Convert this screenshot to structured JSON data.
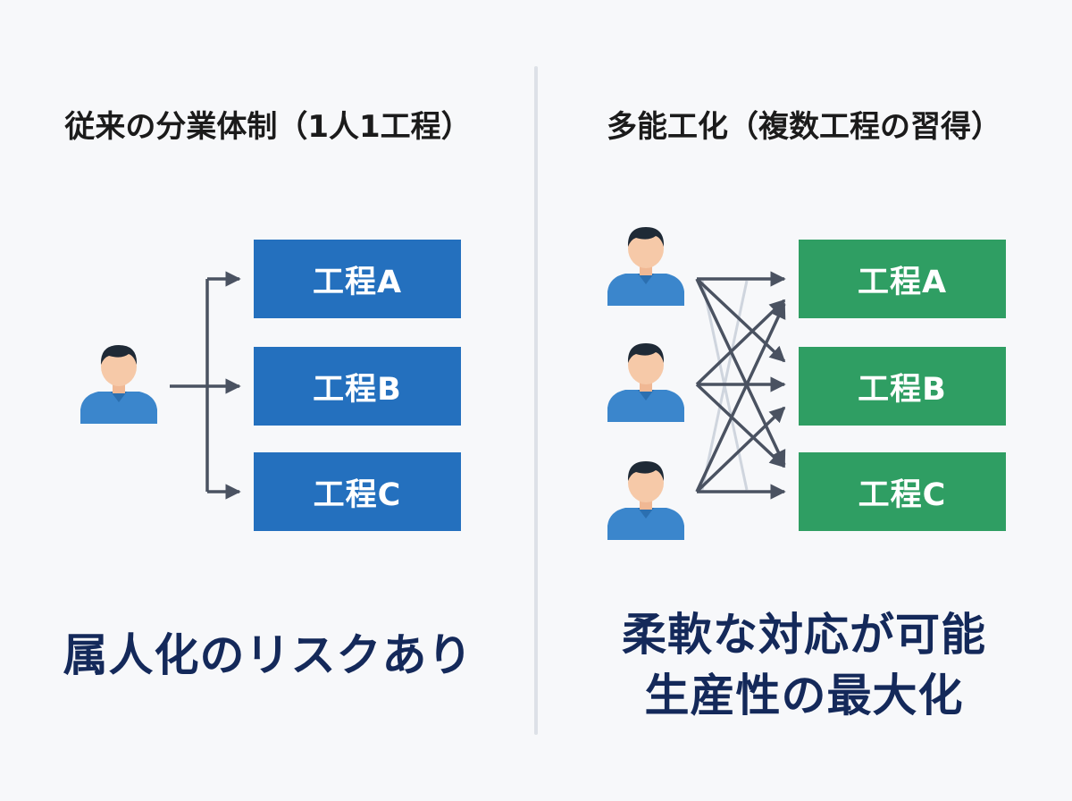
{
  "left_panel": {
    "title": "従来の分業体制（1人1工程）",
    "processes": [
      "工程A",
      "工程B",
      "工程C"
    ],
    "conclusion": "属人化のリスクあり",
    "box_color": "#2470be"
  },
  "right_panel": {
    "title": "多能工化（複数工程の習得）",
    "processes": [
      "工程A",
      "工程B",
      "工程C"
    ],
    "conclusion_line1": "柔軟な対応が可能",
    "conclusion_line2": "生産性の最大化",
    "box_color": "#2f9e63"
  },
  "icons": {
    "worker": "worker-person-icon",
    "arrow": "arrow-right-icon"
  },
  "colors": {
    "text_dark": "#1b1b1b",
    "conclusion_navy": "#14295a",
    "arrow": "#4a5261",
    "person_shirt": "#3b86cc",
    "person_skin": "#f6c9a8",
    "person_hair": "#1f2a36",
    "divider": "#dde1e7"
  }
}
